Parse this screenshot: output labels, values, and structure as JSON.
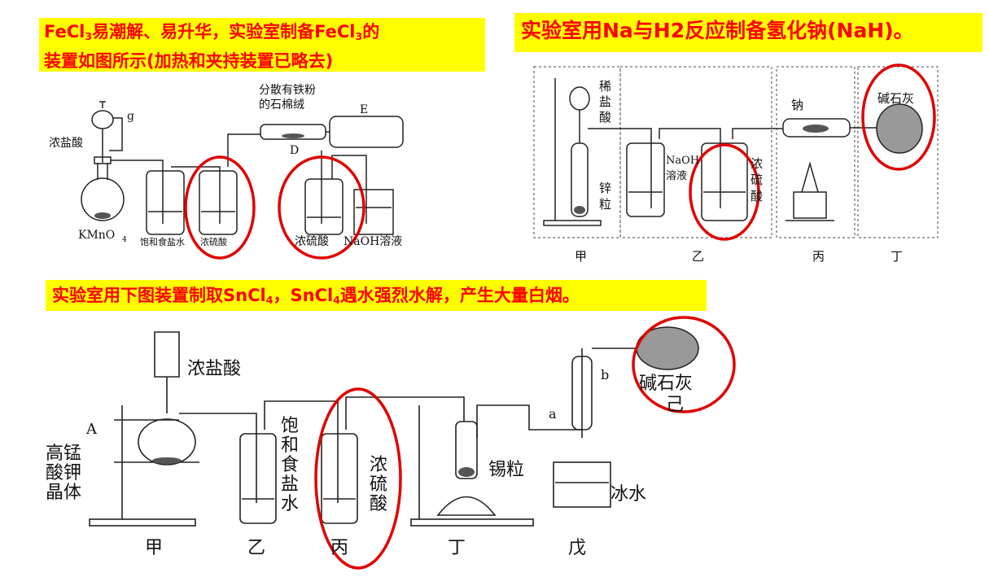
{
  "banners": {
    "fecl3": {
      "parts": [
        "FeCl",
        "3",
        "易潮解、易升华，实验室制备FeCl",
        "3",
        "的",
        "装置如图所示(加热和夹持装置已略去)"
      ]
    },
    "nah": {
      "text": "实验室用Na与H2反应制备氢化钠(NaH)。"
    },
    "sncl4": {
      "parts": [
        "实验室用下图装置制取SnCl",
        "4",
        "，SnCl",
        "4",
        "遇水强烈水解，产生大量白烟。"
      ]
    }
  },
  "fecl3_diagram": {
    "labels": {
      "g": "g",
      "hcl": "浓盐酸",
      "kmno4_main": "KMnO",
      "kmno4_sub": "4",
      "iron_line1": "分散有铁粉",
      "iron_line2": "的石棉绒",
      "E": "E",
      "D": "D",
      "brine": "饱和食盐水",
      "h2so4_small": "浓硫酸",
      "h2so4": "浓硫酸",
      "naoh": "NaOH溶液"
    }
  },
  "nah_diagram": {
    "labels": {
      "hcl_dilute": [
        "稀",
        "盐",
        "酸"
      ],
      "zinc": [
        "锌",
        "粒"
      ],
      "naoh": [
        "NaOH",
        "溶液"
      ],
      "h2so4": [
        "浓",
        "硫",
        "酸"
      ],
      "sodium": "钠",
      "sodalime": "碱石灰",
      "jia": "甲",
      "yi": "乙",
      "bing": "丙",
      "ding": "丁"
    }
  },
  "sncl4_diagram": {
    "labels": {
      "hcl": "浓盐酸",
      "A": "A",
      "kmno4": [
        "高锰",
        "酸钾",
        "晶体"
      ],
      "brine": [
        "饱",
        "和",
        "食",
        "盐",
        "水"
      ],
      "h2so4": [
        "浓",
        "硫",
        "酸"
      ],
      "tin": "锡粒",
      "ice": "冰水",
      "a": "a",
      "b": "b",
      "sodalime": "碱石灰",
      "ji": "己",
      "jia": "甲",
      "yi": "乙",
      "bing": "丙",
      "ding": "丁",
      "wu": "戊"
    }
  },
  "colors": {
    "banner_bg": "#ffff00",
    "banner_text": "#ff0000",
    "highlight_circle": "#e00000"
  }
}
